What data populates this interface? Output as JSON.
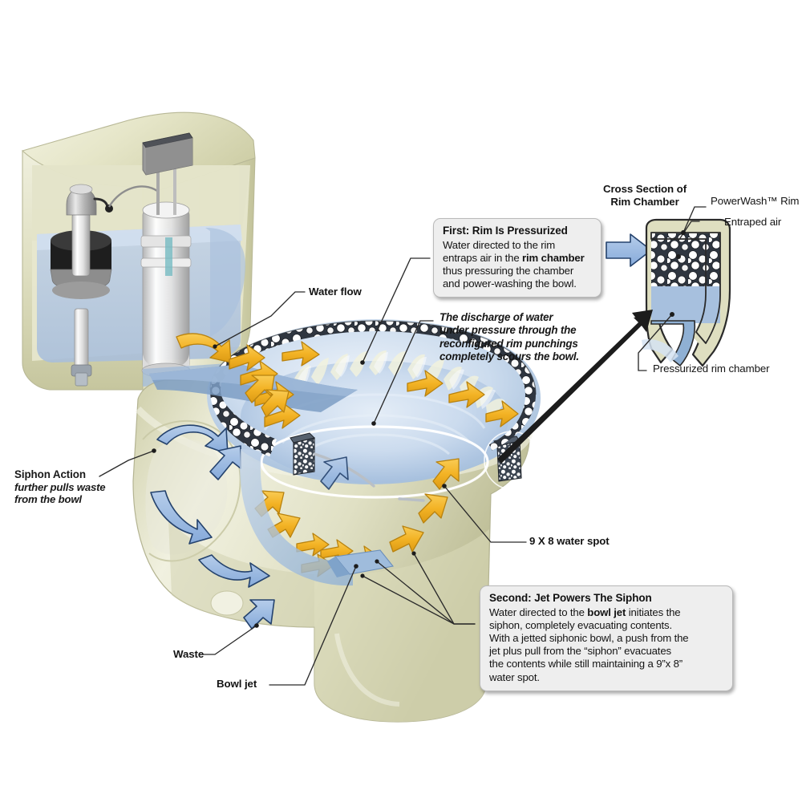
{
  "diagram": {
    "title": "Toilet flush cutaway: PowerWash rim and jet siphon action",
    "colors": {
      "ceramic": "#dedec0",
      "ceramic_shadow": "#bdbd98",
      "ceramic_light": "#f0f0dc",
      "water": "#b4c7e0",
      "water_dark": "#7d9dc4",
      "water_light": "#d6e2f0",
      "arrow_yellow": "#f3b325",
      "arrow_yellow_dark": "#c8881a",
      "arrow_blue": "#93b5e1",
      "arrow_blue_outline": "#24426d",
      "callout_bg": "#eeeeee",
      "callout_border": "#b9b9b9",
      "leader_line": "#2a2a2a",
      "background": "#ffffff"
    }
  },
  "callouts": {
    "first": {
      "heading": "First:  Rim Is Pressurized",
      "line1_a": "Water directed to the rim",
      "line2_a": "entraps air in the ",
      "line2_b": "rim chamber",
      "line3": "thus pressuring the chamber",
      "line4": "and power-washing the bowl."
    },
    "second": {
      "heading": "Second:  Jet Powers The Siphon",
      "line1_a": "Water directed to the ",
      "line1_b": "bowl jet",
      "line1_c": " initiates the",
      "line2": "siphon, completely evacuating contents.",
      "line3": "With a jetted siphonic bowl, a push from the",
      "line4": "jet plus pull from the “siphon” evacuates",
      "line5": "the contents while still maintaining a 9”x 8”",
      "line6": "water spot."
    }
  },
  "notes": {
    "discharge": {
      "line1": "The discharge of water",
      "line2": "under pressure through the",
      "line3": "reconfigured rim punchings",
      "line4": "completely scours the bowl."
    }
  },
  "labels": {
    "water_flow": "Water flow",
    "cross_section_l1": "Cross Section of",
    "cross_section_l2": "Rim Chamber",
    "powerwash_rim": "PowerWash™ Rim",
    "entraped_air": "Entraped air",
    "pressurized_rim_chamber": "Pressurized rim chamber",
    "water_spot": "9 X 8 water spot",
    "siphon_action_title": "Siphon Action",
    "siphon_action_l1": "further pulls waste",
    "siphon_action_l2": "from the bowl",
    "waste": "Waste",
    "bowl_jet": "Bowl jet"
  }
}
